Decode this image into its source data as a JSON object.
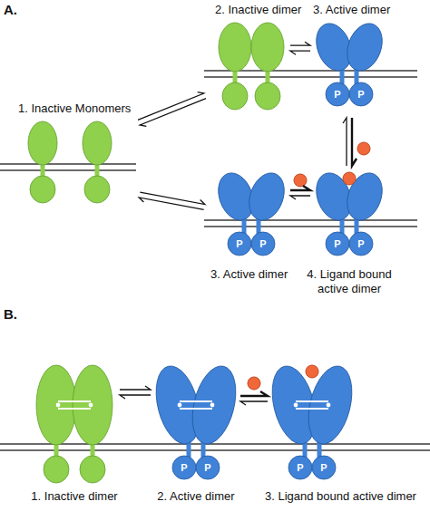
{
  "diagram": {
    "nodes": [
      {
        "text": [
          "1. Inactive Monomers"
        ]
      },
      {
        "text": [
          "2. Inactive dimer"
        ]
      },
      {
        "text": [
          "3. Active dimer",
          "P",
          "P"
        ]
      },
      {
        "text": [
          "3. Active dimer",
          "P",
          "P"
        ]
      },
      {
        "text": [
          "4. Ligand bound active dimer",
          "P",
          "P"
        ]
      },
      {
        "text": [
          "1. Inactive dimer"
        ]
      },
      {
        "text": [
          "2. Active dimer",
          "P",
          "P"
        ]
      },
      {
        "text": [
          "3. Ligand bound active dimer",
          "P",
          "P"
        ]
      }
    ],
    "edges": [
      {
        "from": 0,
        "to": 1,
        "arrow": "both"
      },
      {
        "from": 0,
        "to": 3,
        "arrow": "both"
      },
      {
        "from": 1,
        "to": 2,
        "arrow": "both"
      },
      {
        "from": 2,
        "to": 4,
        "arrow": "both"
      },
      {
        "from": 3,
        "to": 4,
        "arrow": "both"
      },
      {
        "from": 5,
        "to": 6,
        "arrow": "both"
      },
      {
        "from": 6,
        "to": 7,
        "arrow": "both"
      }
    ],
    "labels": [
      "A.",
      "B."
    ]
  }
}
